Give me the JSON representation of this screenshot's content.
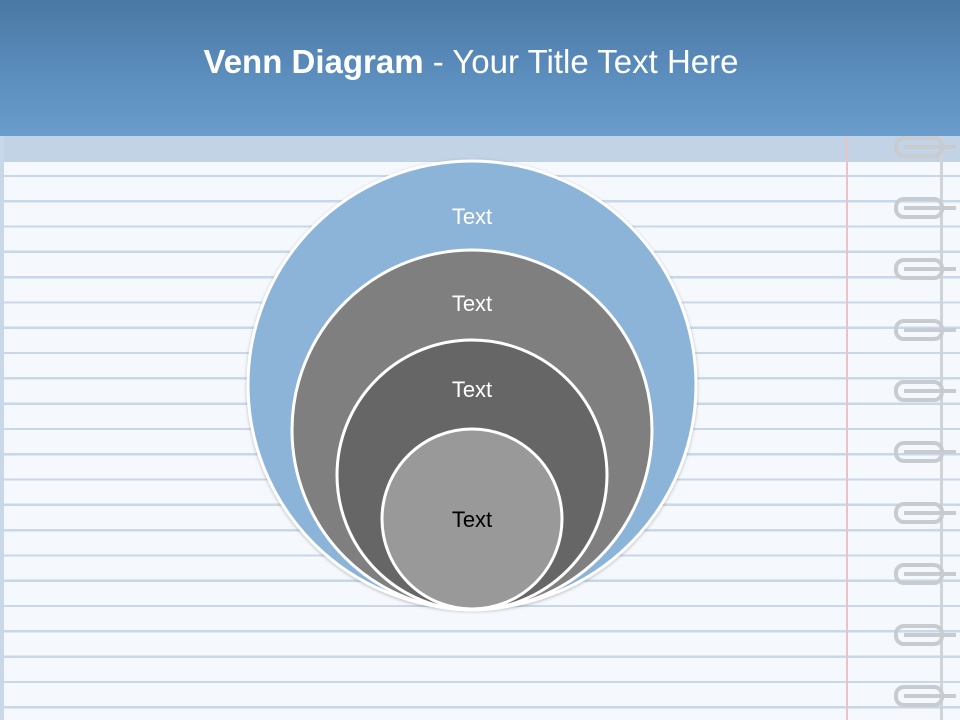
{
  "title": {
    "bold": "Venn Diagram",
    "rest": " - Your Title Text Here"
  },
  "diagram": {
    "circles": [
      {
        "label": "Text",
        "fill": "#8cb4d8",
        "text_color": "#ffffff"
      },
      {
        "label": "Text",
        "fill": "#7f7f7f",
        "text_color": "#ffffff"
      },
      {
        "label": "Text",
        "fill": "#666666",
        "text_color": "#ffffff"
      },
      {
        "label": "Text",
        "fill": "#999999",
        "text_color": "#000000"
      }
    ]
  },
  "colors": {
    "title_band": "#5b8dbd",
    "paper_lines": "#c9d8e8",
    "margin_line": "#eac3c8",
    "binder_rings": "#c8cbd0"
  }
}
